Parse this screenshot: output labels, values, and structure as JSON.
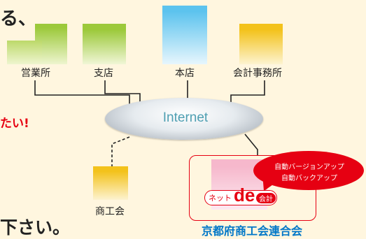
{
  "text": {
    "top_fragment": "る、",
    "red_fragment": "たい!",
    "bottom_fragment": "下さい。"
  },
  "nodes": {
    "branch_office": "営業所",
    "branch_store": "支店",
    "head_office": "本店",
    "accounting_firm": "会計事務所",
    "chamber": "商工会"
  },
  "cloud": {
    "label": "Internet"
  },
  "service": {
    "bubble_line1": "自動バージョンアップ",
    "bubble_line2": "自動バックアップ",
    "logo_left": "ネット",
    "logo_de": "de",
    "logo_right": "会計",
    "org_name": "京都府商工会連合会"
  },
  "colors": {
    "background": "#fff6df",
    "building_yellow": "#f3c21b",
    "building_green": "#9cc93b",
    "building_blue": "#5cc3ee",
    "building_pink": "#f6b8cc",
    "accent_red": "#e60012",
    "org_blue": "#0077c8"
  }
}
